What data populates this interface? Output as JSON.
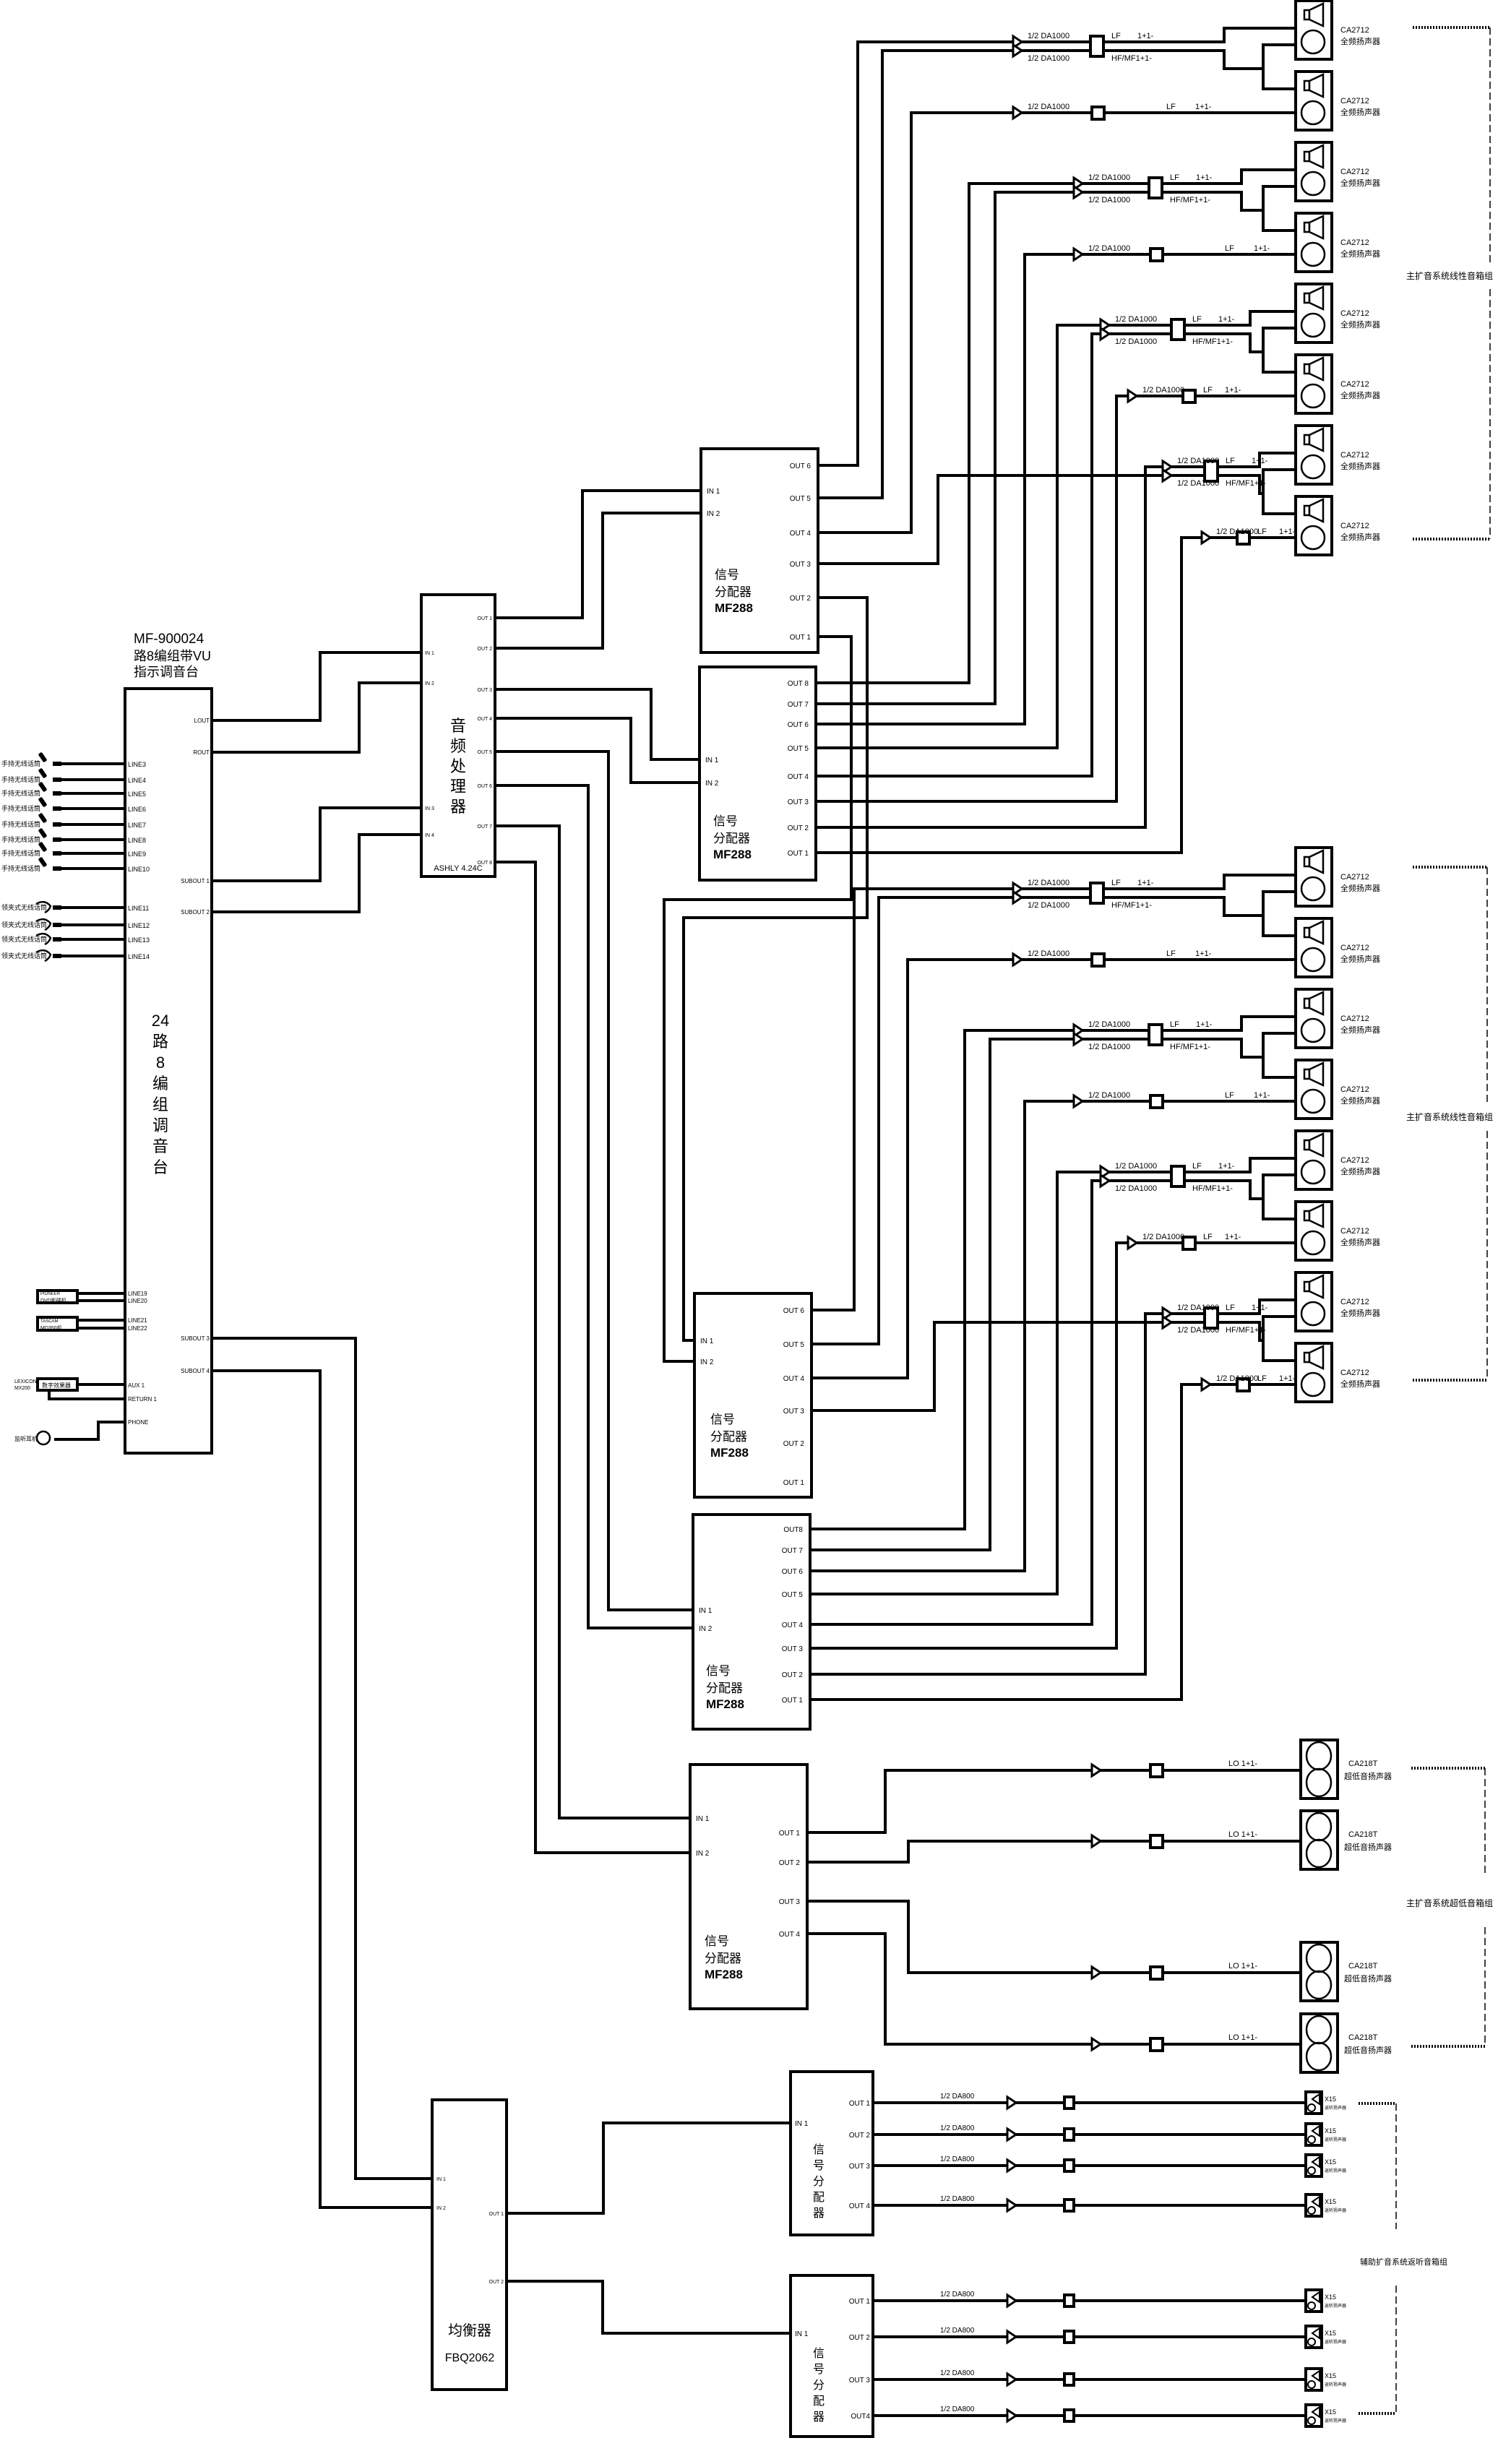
{
  "colors": {
    "line": "#000000",
    "background": "#ffffff"
  },
  "mixer": {
    "title": [
      "MF-900024",
      "路8编组带VU",
      "指示调音台"
    ],
    "label_chars": [
      "24",
      "路",
      "8",
      "编",
      "组",
      "调",
      "音",
      "台"
    ],
    "inputs": [
      {
        "port": "LINE3",
        "source": "手持无线话筒",
        "icon": "handheld-mic-icon"
      },
      {
        "port": "LINE4",
        "source": "手持无线话筒",
        "icon": "handheld-mic-icon"
      },
      {
        "port": "LINE5",
        "source": "手持无线话筒",
        "icon": "handheld-mic-icon"
      },
      {
        "port": "LINE6",
        "source": "手持无线话筒",
        "icon": "handheld-mic-icon"
      },
      {
        "port": "LINE7",
        "source": "手持无线话筒",
        "icon": "handheld-mic-icon"
      },
      {
        "port": "LINE8",
        "source": "手持无线话筒",
        "icon": "handheld-mic-icon"
      },
      {
        "port": "LINE9",
        "source": "手持无线话筒",
        "icon": "handheld-mic-icon"
      },
      {
        "port": "LINE10",
        "source": "手持无线话筒",
        "icon": "handheld-mic-icon"
      },
      {
        "port": "LINE11",
        "source": "领夹式无线话筒",
        "icon": "lavalier-mic-icon"
      },
      {
        "port": "LINE12",
        "source": "领夹式无线话筒",
        "icon": "lavalier-mic-icon"
      },
      {
        "port": "LINE13",
        "source": "领夹式无线话筒",
        "icon": "lavalier-mic-icon"
      },
      {
        "port": "LINE14",
        "source": "领夹式无线话筒",
        "icon": "lavalier-mic-icon"
      }
    ],
    "aux_inputs": [
      "LINE19",
      "LINE20",
      "LINE21",
      "LINE22"
    ],
    "outputs": {
      "lout": "LOUT",
      "rout": "ROUT",
      "subouts": [
        "SUBOUT 1",
        "SUBOUT 2",
        "SUBOUT 3",
        "SUBOUT 4"
      ]
    },
    "aux": "AUX 1",
    "return": "RETURN 1",
    "phone": "PHONE"
  },
  "sources": {
    "dvd": [
      "PIONEER",
      "DVD影碟机"
    ],
    "md": [
      "TASCAM",
      "MD350机"
    ],
    "fx": {
      "brand": [
        "LEXICON",
        "MX200"
      ],
      "label": "数字效果器"
    },
    "headphone": "监听耳机"
  },
  "processor": {
    "name_chars": [
      "音",
      "频",
      "处",
      "理",
      "器"
    ],
    "model": "ASHLY 4.24C",
    "inputs": [
      "IN 1",
      "IN 2",
      "IN 3",
      "IN 4"
    ],
    "outputs": [
      "OUT 1",
      "OUT 2",
      "OUT 3",
      "OUT 4",
      "OUT 5",
      "OUT 6",
      "OUT 7",
      "OUT 8"
    ]
  },
  "distributors": [
    {
      "name": [
        "信号",
        "分配器"
      ],
      "model": "MF288",
      "inputs": [
        "IN 1",
        "IN 2"
      ],
      "outputs": [
        "OUT 6",
        "OUT 5",
        "OUT 4",
        "OUT 3",
        "OUT 2",
        "OUT 1"
      ]
    },
    {
      "name": [
        "信号",
        "分配器"
      ],
      "model": "MF288",
      "inputs": [
        "IN 1",
        "IN 2"
      ],
      "outputs": [
        "OUT 8",
        "OUT 7",
        "OUT 6",
        "OUT 5",
        "OUT 4",
        "OUT 3",
        "OUT 2",
        "OUT 1"
      ]
    },
    {
      "name": [
        "信号",
        "分配器"
      ],
      "model": "MF288",
      "inputs": [
        "IN 1",
        "IN 2"
      ],
      "outputs": [
        "OUT 6",
        "OUT 5",
        "OUT 4",
        "OUT 3",
        "OUT 2",
        "OUT 1"
      ]
    },
    {
      "name": [
        "信号",
        "分配器"
      ],
      "model": "MF288",
      "inputs": [
        "IN 1",
        "IN 2"
      ],
      "outputs": [
        "OUT8",
        "OUT 7",
        "OUT 6",
        "OUT 5",
        "OUT 4",
        "OUT 3",
        "OUT 2",
        "OUT 1"
      ]
    },
    {
      "name": [
        "信号",
        "分配器"
      ],
      "model": "MF288",
      "inputs": [
        "IN 1",
        "IN 2"
      ],
      "outputs": [
        "OUT 1",
        "OUT 2",
        "OUT 3",
        "OUT 4"
      ]
    }
  ],
  "small_distributors": [
    {
      "name_chars": [
        "信",
        "号",
        "分",
        "配",
        "器"
      ],
      "input": "IN 1",
      "outputs": [
        "OUT 1",
        "OUT 2",
        "OUT 3",
        "OUT 4"
      ]
    },
    {
      "name_chars": [
        "信",
        "号",
        "分",
        "配",
        "器"
      ],
      "input": "IN 1",
      "outputs": [
        "OUT 1",
        "OUT 2",
        "OUT 3",
        "OUT4"
      ]
    }
  ],
  "equalizer": {
    "name": "均衡器",
    "model": "FBQ2062",
    "inputs": [
      "IN 1",
      "IN 2"
    ],
    "outputs": [
      "OUT 1",
      "OUT 2"
    ]
  },
  "amp_labels": {
    "da1000": "1/2 DA1000",
    "da800": "1/2 DA800",
    "lf": "LF",
    "hf": "HF/MF1+1-",
    "pol": "1+1-",
    "lo": "LO 1+1-"
  },
  "fullrange_groups": [
    {
      "label": "主扩音系统线性音箱组",
      "speaker_model": "CA2712",
      "speaker_type": "全频扬声器"
    },
    {
      "label": "主扩音系统线性音箱组",
      "speaker_model": "CA2712",
      "speaker_type": "全频扬声器"
    }
  ],
  "sub_group": {
    "label": "主扩音系统超低音箱组",
    "speaker_model": "CA218T",
    "speaker_type": "超低音扬声器"
  },
  "monitor_group": {
    "label": "辅助扩音系统返听音箱组",
    "speaker_model": "X15",
    "speaker_type": "返听扬声器"
  }
}
